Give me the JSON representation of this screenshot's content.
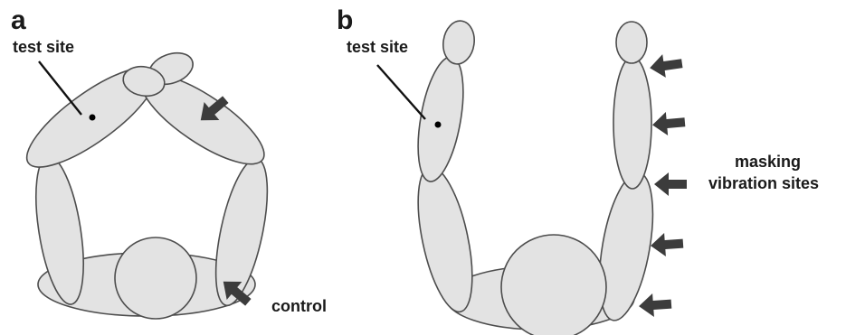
{
  "panels": [
    {
      "letter": "a",
      "labels": {
        "test_site": "test site",
        "control": "control"
      }
    },
    {
      "letter": "b",
      "labels": {
        "test_site": "test site",
        "masking_line1": "masking",
        "masking_line2": "vibration sites"
      }
    }
  ]
}
